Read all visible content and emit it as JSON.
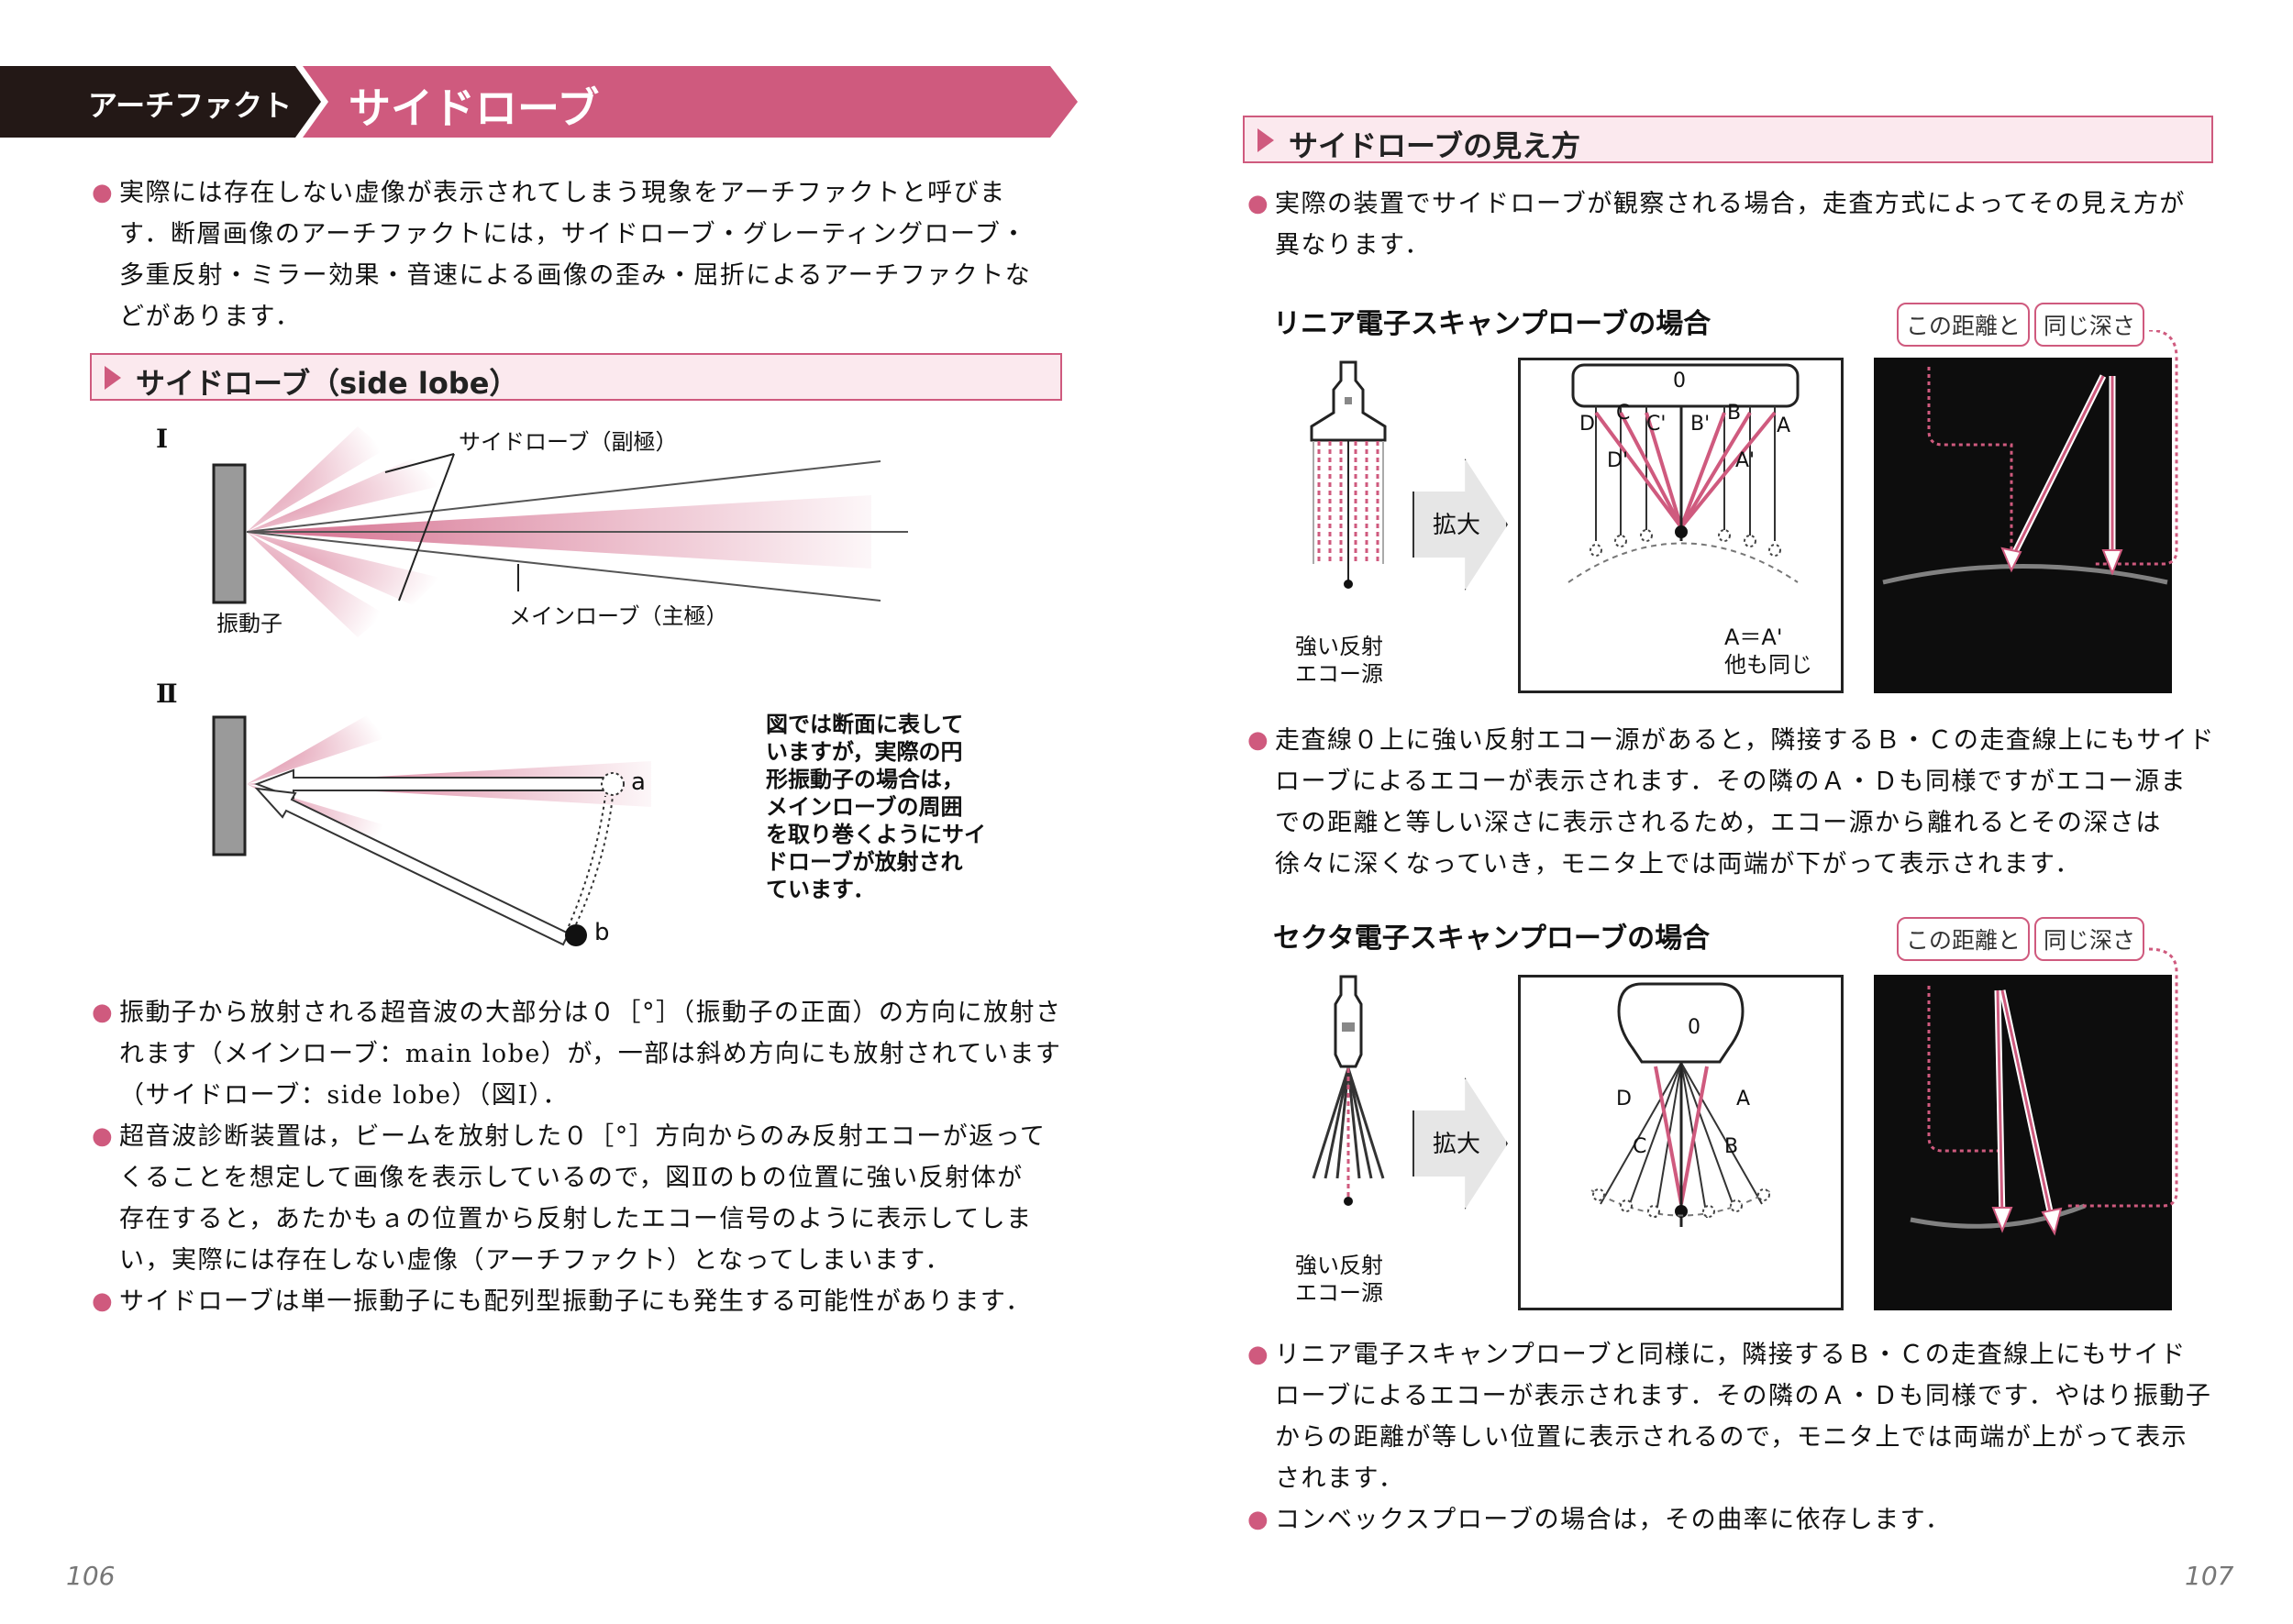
{
  "header": {
    "category": "アーチファクト",
    "title": "サイドローブ"
  },
  "left": {
    "intro": [
      "実際には存在しない虚像が表示されてしまう現象をアーチファクトと呼びま",
      "す．断層画像のアーチファクトには，サイドローブ・グレーティングローブ・",
      "多重反射・ミラー効果・音速による画像の歪み・屈折によるアーチファクトな",
      "どがあります．"
    ],
    "section_title": "サイドローブ（side lobe）",
    "fig1": {
      "roman": "Ⅰ",
      "sidelobe_label": "サイドローブ（副極）",
      "mainlobe_label": "メインローブ（主極）",
      "transducer_label": "振動子"
    },
    "fig2": {
      "roman": "Ⅱ",
      "a": "a",
      "b": "b",
      "note": [
        "図では断面に表して",
        "いますが，実際の円",
        "形振動子の場合は，",
        "メインローブの周囲",
        "を取り巻くようにサイ",
        "ドローブが放射され",
        "ています．"
      ]
    },
    "bullets": [
      [
        "振動子から放射される超音波の大部分は０［°］（振動子の正面）の方向に放射さ",
        "れます（メインローブ：main lobe）が，一部は斜め方向にも放射されています",
        "（サイドローブ：side lobe）（図Ⅰ）．"
      ],
      [
        "超音波診断装置は，ビームを放射した０［°］方向からのみ反射エコーが返って",
        "くることを想定して画像を表示しているので，図Ⅱのｂの位置に強い反射体が",
        "存在すると，あたかもａの位置から反射したエコー信号のように表示してしま",
        "い，実際には存在しない虚像（アーチファクト）となってしまいます．"
      ],
      [
        "サイドローブは単一振動子にも配列型振動子にも発生する可能性があります．"
      ]
    ],
    "page_number": "106"
  },
  "right": {
    "section_title": "サイドローブの見え方",
    "intro": [
      "実際の装置でサイドローブが観察される場合，走査方式によってその見え方が",
      "異なります．"
    ],
    "linear": {
      "title": "リニア電子スキャンプローブの場合",
      "zoom": "拡大",
      "source": [
        "強い反射",
        "エコー源"
      ],
      "tag1": "この距離と",
      "tag2": "同じ深さ",
      "labels": {
        "zero": "0",
        "D": "D",
        "C": "C",
        "Cp": "C'",
        "Bp": "B'",
        "B": "B",
        "A": "A",
        "Dp": "D'",
        "Ap": "A'"
      },
      "note": [
        "A＝A'",
        "他も同じ"
      ]
    },
    "linear_text": [
      "走査線０上に強い反射エコー源があると，隣接するＢ・Ｃの走査線上にもサイド",
      "ローブによるエコーが表示されます．その隣のＡ・Ｄも同様ですがエコー源ま",
      "での距離と等しい深さに表示されるため，エコー源から離れるとその深さは",
      "徐々に深くなっていき，モニタ上では両端が下がって表示されます．"
    ],
    "sector": {
      "title": "セクタ電子スキャンプローブの場合",
      "zoom": "拡大",
      "source": [
        "強い反射",
        "エコー源"
      ],
      "tag1": "この距離と",
      "tag2": "同じ深さ",
      "labels": {
        "zero": "0",
        "D": "D",
        "C": "C",
        "B": "B",
        "A": "A"
      }
    },
    "sector_bullets": [
      [
        "リニア電子スキャンプローブと同様に，隣接するＢ・Ｃの走査線上にもサイド",
        "ローブによるエコーが表示されます．その隣のＡ・Ｄも同様です．やはり振動子",
        "からの距離が等しい位置に表示されるので，モニタ上では両端が上がって表示",
        "されます．"
      ],
      [
        "コンベックスプローブの場合は，その曲率に依存します．"
      ]
    ],
    "page_number": "107"
  },
  "colors": {
    "accent": "#cf5a7e",
    "dark": "#231816",
    "section_bg": "#fbe9ee"
  }
}
